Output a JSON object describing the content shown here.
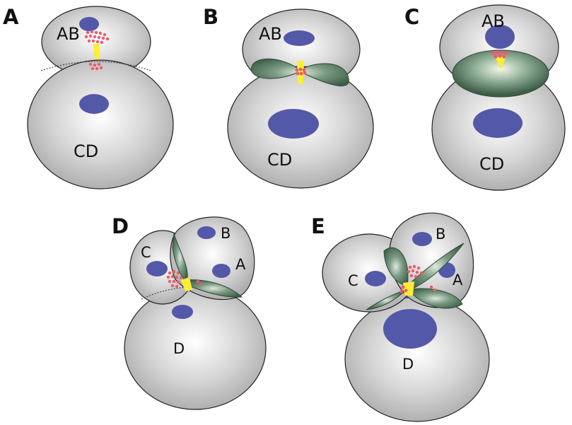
{
  "panels": [
    {
      "letter": "A",
      "cells": [
        "AB",
        "CD"
      ]
    },
    {
      "letter": "B",
      "cells": [
        "AB",
        "CD"
      ]
    },
    {
      "letter": "C",
      "cells": [
        "AB",
        "CD"
      ]
    },
    {
      "letter": "D",
      "cells": [
        "A",
        "B",
        "C",
        "D"
      ]
    },
    {
      "letter": "E",
      "cells": [
        "A",
        "B",
        "C",
        "D"
      ]
    }
  ],
  "colors": {
    "cell_fill": "#c8c8c8",
    "nucleus": "#5358a8",
    "spindle": "#3f6a4c",
    "granules": "#ee5a6a",
    "midbody": "#ffee33"
  }
}
